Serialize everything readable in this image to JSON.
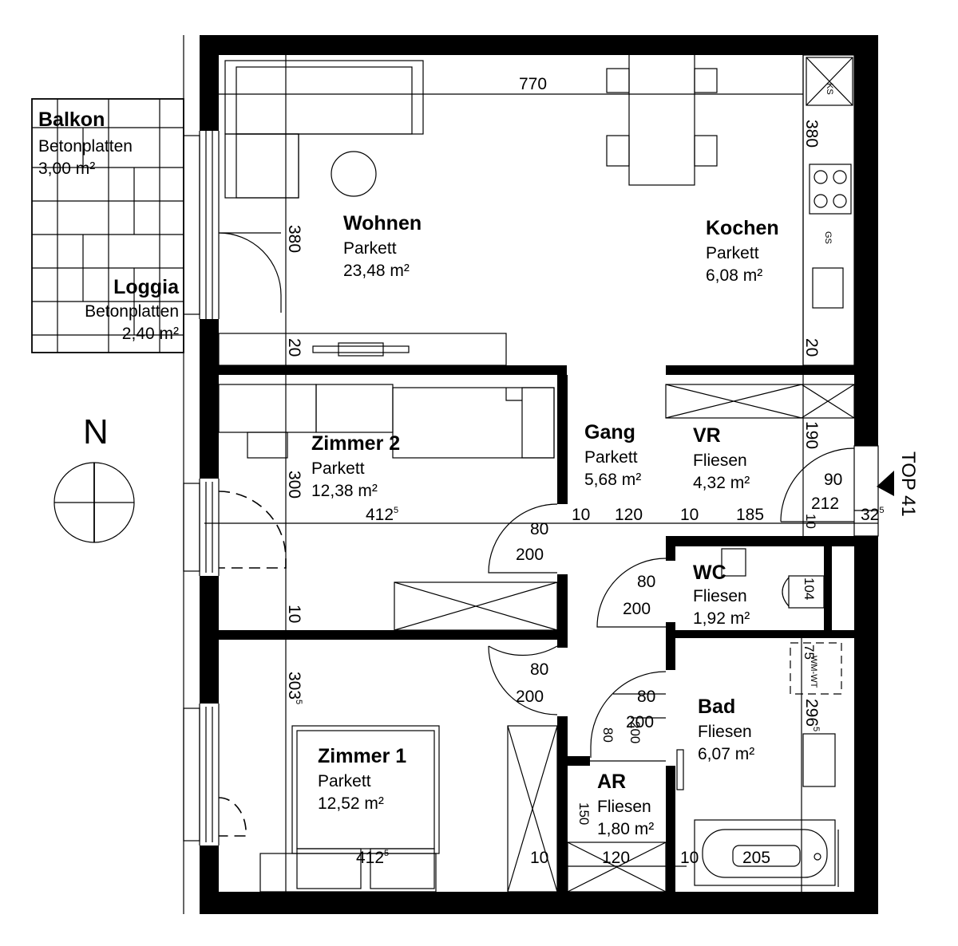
{
  "north": "N",
  "unit_label": "TOP 41",
  "rooms": {
    "balkon": {
      "name": "Balkon",
      "floor": "Betonplatten",
      "area": "3,00 m²"
    },
    "loggia": {
      "name": "Loggia",
      "floor": "Betonplatten",
      "area": "2,40 m²"
    },
    "wohnen": {
      "name": "Wohnen",
      "floor": "Parkett",
      "area": "23,48 m²"
    },
    "kochen": {
      "name": "Kochen",
      "floor": "Parkett",
      "area": "6,08 m²"
    },
    "zimmer2": {
      "name": "Zimmer 2",
      "floor": "Parkett",
      "area": "12,38 m²"
    },
    "gang": {
      "name": "Gang",
      "floor": "Parkett",
      "area": "5,68 m²"
    },
    "vr": {
      "name": "VR",
      "floor": "Fliesen",
      "area": "4,32 m²"
    },
    "wc": {
      "name": "WC",
      "floor": "Fliesen",
      "area": "1,92 m²"
    },
    "bad": {
      "name": "Bad",
      "floor": "Fliesen",
      "area": "6,07 m²"
    },
    "ar": {
      "name": "AR",
      "floor": "Fliesen",
      "area": "1,80 m²"
    },
    "zimmer1": {
      "name": "Zimmer 1",
      "floor": "Parkett",
      "area": "12,52 m²"
    }
  },
  "dimensions": {
    "top_width": "770",
    "kochen_height": "380",
    "kochen_wall": "20",
    "wohnen_height": "380",
    "wohnen_wall": "20",
    "zimmer2_height": "300",
    "zimmer2_width": "412",
    "zimmer2_width_sup": "5",
    "wall_10": "10",
    "zimmer1_height": "303",
    "zimmer1_height_sup": "5",
    "zimmer1_width": "412",
    "zimmer1_width_sup": "5",
    "gang_10a": "10",
    "gang_120": "120",
    "gang_10b": "10",
    "vr_185": "185",
    "vr_190": "190",
    "entry_90": "90",
    "entry_212": "212",
    "entry_10": "10",
    "entry_32": "32",
    "entry_32_sup": "5",
    "door_z2_w": "80",
    "door_z2_h": "200",
    "door_wc_w": "80",
    "door_wc_h": "200",
    "door_z1_w": "80",
    "door_z1_h": "200",
    "door_bad_w": "80",
    "door_bad_h": "200",
    "door_ar_w": "80",
    "door_ar_h": "200",
    "wc_104": "104",
    "bad_75": "75",
    "bad_296": "296",
    "bad_296_sup": "5",
    "ar_150": "150",
    "bottom_10a": "10",
    "bottom_120": "120",
    "bottom_10b": "10",
    "bottom_205": "205"
  },
  "fixtures": {
    "gs": "GS",
    "wm": "WM-WT",
    "kitchen_top": "KS"
  },
  "colors": {
    "wall": "#000000",
    "background": "#ffffff"
  }
}
